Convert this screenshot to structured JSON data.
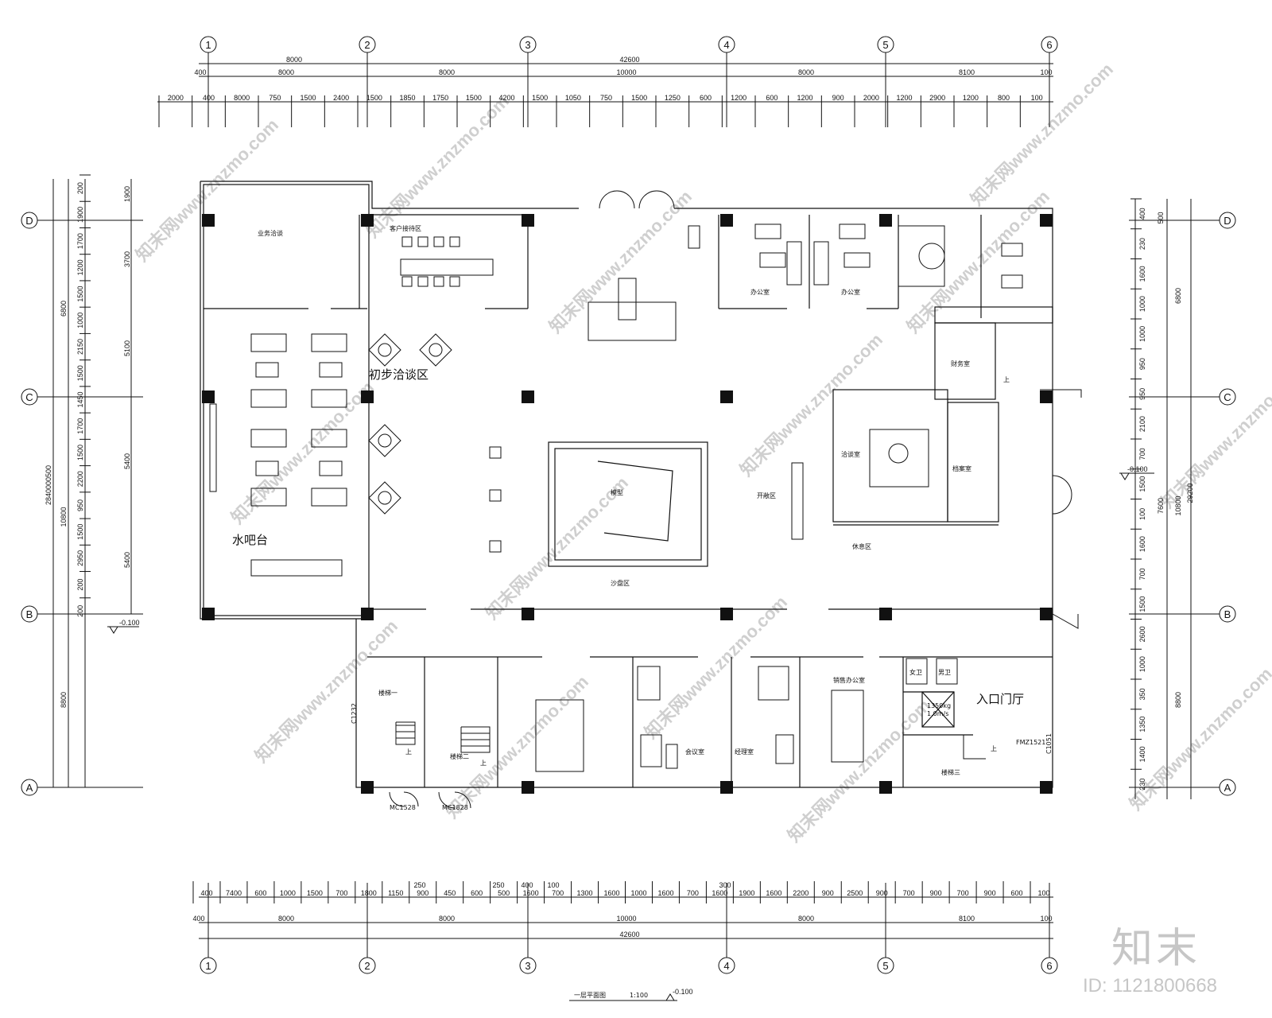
{
  "drawing": {
    "title": "一层平面图",
    "scale": "1:100",
    "elevation": "-0.100"
  },
  "grid": {
    "cols": [
      "1",
      "2",
      "3",
      "4",
      "5",
      "6"
    ],
    "rows": [
      "D",
      "C",
      "B",
      "A"
    ]
  },
  "dims": {
    "top_total": "42600",
    "top_row1": [
      "8000",
      "8000",
      "10000",
      "8000",
      "8100",
      "100",
      "400"
    ],
    "top_row2": [
      "2000",
      "400",
      "8000",
      "750",
      "1500",
      "2400",
      "1500",
      "1850",
      "1750",
      "1500",
      "4200",
      "1500",
      "1050",
      "750",
      "1500",
      "1250",
      "600",
      "1200",
      "600",
      "1200",
      "900",
      "2000",
      "1200",
      "2900",
      "1200",
      "800",
      "100"
    ],
    "top_first": "8000",
    "bottom_row1": [
      "400",
      "7400",
      "600",
      "1000",
      "1500",
      "700",
      "1800",
      "1150",
      "900",
      "450",
      "600",
      "500",
      "1600",
      "700",
      "1300",
      "1600",
      "1000",
      "1600",
      "700",
      "1600",
      "1900",
      "1600",
      "2200",
      "900",
      "2500",
      "900",
      "700",
      "900",
      "700",
      "900",
      "600",
      "100"
    ],
    "bottom_small": [
      "250",
      "250",
      "400",
      "100",
      "300"
    ],
    "bottom_row2": [
      "400",
      "8000",
      "8000",
      "10000",
      "8000",
      "8100",
      "100"
    ],
    "bottom_total": "42600",
    "left_segs": [
      "200",
      "1900",
      "1700",
      "1200",
      "1500",
      "1000",
      "2150",
      "1500",
      "1450",
      "1700",
      "1500",
      "2200",
      "950",
      "1500",
      "2950",
      "200",
      "200"
    ],
    "left_mid": [
      "1900",
      "3700",
      "5100",
      "5400",
      "5400"
    ],
    "left_tot": [
      "6800",
      "10800",
      "8800"
    ],
    "left_total": "28400",
    "left_total_b": "00500",
    "right_segs": [
      "400",
      "230",
      "1600",
      "1000",
      "1000",
      "950",
      "950",
      "2100",
      "700",
      "1500",
      "100",
      "1600",
      "700",
      "1500",
      "2600",
      "1000",
      "350",
      "1350",
      "1400",
      "230"
    ],
    "right_mid": [
      "500",
      "7600"
    ],
    "right_tot": [
      "6800",
      "10800",
      "8800"
    ],
    "right_total": "29200",
    "elev_right": "-0.100",
    "elev_left": "-0.100"
  },
  "rooms": {
    "negotiation": "初步洽谈区",
    "water_bar": "水吧台",
    "entrance_hall": "入口门厅",
    "reception": "客户接待区",
    "vip": "业务洽谈",
    "office_a": "办公室",
    "office_b": "办公室",
    "meeting": "会议室",
    "finance": "财务室",
    "manager": "经理室",
    "sand_table": "沙盘区",
    "open_area": "开敞区",
    "lounge": "休息区",
    "sales_office": "销售办公室",
    "store": "档案室",
    "conference": "洽谈室",
    "model": "模型",
    "toilet_w": "女卫",
    "toilet_m": "男卫",
    "stairs1": "楼梯一",
    "stairs2": "楼梯二",
    "stairs3": "楼梯三",
    "up": "上",
    "elevator_cap": "1350kg",
    "elevator_speed": "1.0m/s",
    "door_mc1528": "MC1528",
    "door_mc1828": "MC1828",
    "door_fmz": "FMZ1521",
    "window_c1232": "C1232",
    "window_c1051": "C1051"
  },
  "watermark": {
    "text": "知末网www.znzmo.com",
    "brand": "知末",
    "id": "ID: 1121800668"
  }
}
